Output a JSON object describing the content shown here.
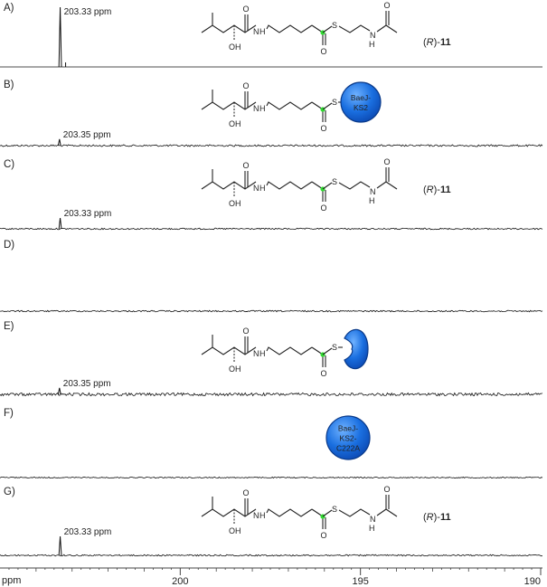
{
  "chart_data": {
    "type": "line",
    "x_axis": {
      "unit_label": "ppm",
      "range": [
        205,
        190
      ],
      "major_ticks": [
        200,
        195,
        190
      ],
      "tick_labels": [
        "200",
        "195",
        "190"
      ]
    },
    "panels": [
      {
        "letter": "A)",
        "peak_ppm": 203.33,
        "peak_label": "203.33 ppm",
        "peak_height": 1.0,
        "noise": 0.0,
        "compound": "(R)-11",
        "structure": "snac"
      },
      {
        "letter": "B)",
        "peak_ppm": 203.35,
        "peak_label": "203.35 ppm",
        "peak_height": 0.12,
        "noise": 0.025,
        "structure": "protein",
        "protein_label": [
          "BaeJ-",
          "KS2"
        ]
      },
      {
        "letter": "C)",
        "peak_ppm": 203.33,
        "peak_label": "203.33 ppm",
        "peak_height": 0.2,
        "noise": 0.02,
        "compound": "(R)-11",
        "structure": "snac"
      },
      {
        "letter": "D)",
        "peak_ppm": null,
        "peak_label": "",
        "peak_height": 0,
        "noise": 0.02,
        "structure": "none"
      },
      {
        "letter": "E)",
        "peak_ppm": 203.35,
        "peak_label": "203.35 ppm",
        "peak_height": 0.12,
        "noise": 0.04,
        "structure": "fragment"
      },
      {
        "letter": "F)",
        "peak_ppm": null,
        "peak_label": "",
        "peak_height": 0,
        "noise": 0.015,
        "structure": "protein_only",
        "protein_label": [
          "BaeJ-",
          "KS2-",
          "C222A"
        ]
      },
      {
        "letter": "G)",
        "peak_ppm": 203.33,
        "peak_label": "203.33 ppm",
        "peak_height": 0.35,
        "noise": 0.02,
        "compound": "(R)-11",
        "structure": "snac"
      }
    ]
  },
  "structure_labels": {
    "oh": "OH",
    "nh": "N",
    "nh_h": "H",
    "o": "O",
    "s": "S"
  },
  "colors": {
    "trace": "#111111",
    "labeled_carbon": "#33dd33",
    "protein_fill": "#1a6fe0",
    "protein_stroke": "#0a3a8a"
  }
}
